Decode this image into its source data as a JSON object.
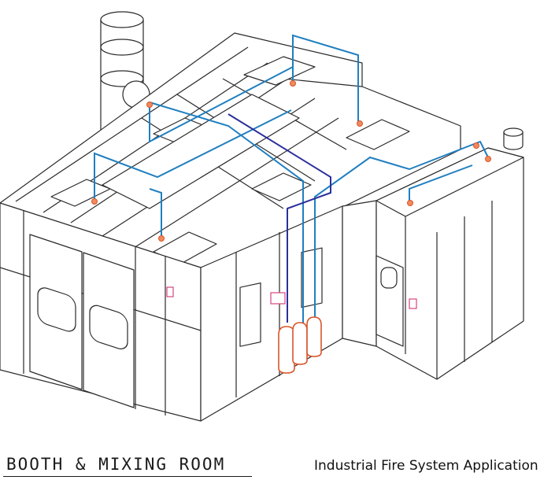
{
  "caption": {
    "left_label": "BOOTH & MIXING ROOM",
    "right_label": "Industrial Fire System Application"
  },
  "colors": {
    "line": "#2a2a2a",
    "pipe_light": "#1f7fc0",
    "pipe_dark": "#2b2f9a",
    "nozzle": "#d9552a",
    "cylinder": "#d9552a",
    "pink": "#d6457e"
  },
  "components": {
    "cylinder_count": 3,
    "exhaust_stack": "exhaust-stack",
    "nozzle_count": 8
  }
}
